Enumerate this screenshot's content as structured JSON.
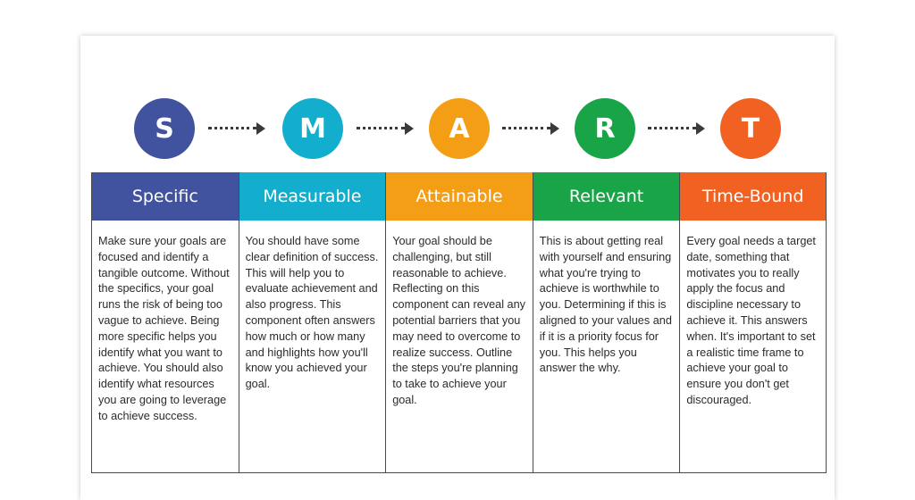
{
  "colors": {
    "specific": "#41529f",
    "measurable": "#13aecd",
    "attainable": "#f49e16",
    "relevant": "#1aa448",
    "time_bound": "#f16122"
  },
  "steps": [
    {
      "letter": "S",
      "title": "Specific",
      "text": "Make sure your goals are focused and identify a tangible outcome. Without the specifics, your goal runs the risk of being too vague to achieve. Being more specific helps you identify what you want to achieve. You should also identify what resources you are going to leverage to achieve success."
    },
    {
      "letter": "M",
      "title": "Measurable",
      "text": "You should have some clear definition of success. This will help you to evaluate achievement and also progress. This component often answers how much or how many and highlights how you'll know you achieved your goal."
    },
    {
      "letter": "A",
      "title": "Attainable",
      "text": "Your goal should be challenging, but still reasonable to achieve. Reflecting on this component can reveal any potential barriers that you may need to overcome to realize success. Outline the steps you're planning to take to achieve your goal."
    },
    {
      "letter": "R",
      "title": "Relevant",
      "text": "This is about getting real with yourself and ensuring what you're trying to achieve is worthwhile to you. Determining if this is aligned to your values and if it is a priority focus for you. This helps you answer the why."
    },
    {
      "letter": "T",
      "title": "Time-Bound",
      "text": "Every goal needs a target date, something that motivates you to really apply the focus and discipline necessary to achieve it. This answers when. It's important to set a realistic time frame to achieve your goal to ensure you don't get discouraged."
    }
  ]
}
